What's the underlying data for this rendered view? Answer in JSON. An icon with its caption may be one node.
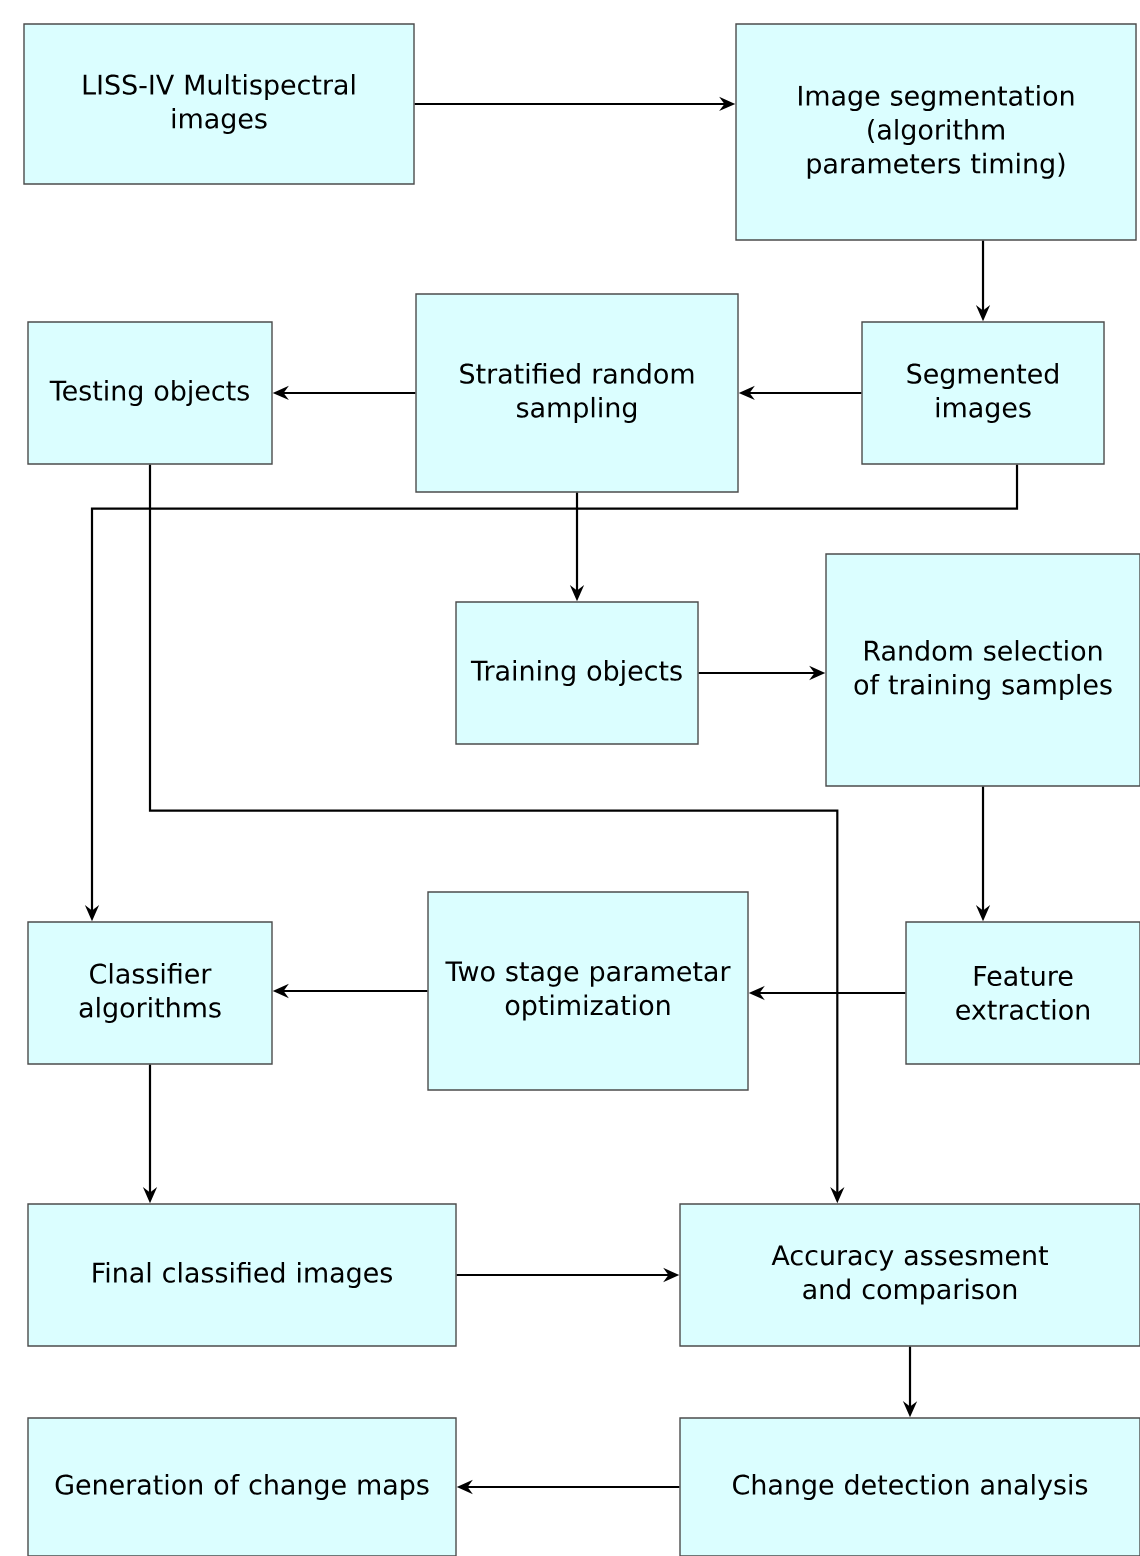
{
  "diagram": {
    "nodes": [
      {
        "text": [
          "LISS-IV Multispectral images"
        ]
      },
      {
        "text": [
          "Image segmentation (algorithm parameters timing)"
        ]
      },
      {
        "text": [
          "Segmented images"
        ]
      },
      {
        "text": [
          "Stratified random sampling"
        ]
      },
      {
        "text": [
          "Testing objects"
        ]
      },
      {
        "text": [
          "Training objects"
        ]
      },
      {
        "text": [
          "Random selection of training samples"
        ]
      },
      {
        "text": [
          "Feature extraction"
        ]
      },
      {
        "text": [
          "Two stage parametar optimization"
        ]
      },
      {
        "text": [
          "Classifier algorithms"
        ]
      },
      {
        "text": [
          "Final classified images"
        ]
      },
      {
        "text": [
          "Accuracy assesment and comparison"
        ]
      },
      {
        "text": [
          "Change detection analysis"
        ]
      },
      {
        "text": [
          "Generation of change maps"
        ]
      }
    ],
    "edges": [
      {
        "from": 0,
        "to": 1,
        "arrow": "to"
      },
      {
        "from": 1,
        "to": 2,
        "arrow": "to"
      },
      {
        "from": 2,
        "to": 3,
        "arrow": "to"
      },
      {
        "from": 3,
        "to": 4,
        "arrow": "to"
      },
      {
        "from": 3,
        "to": 5,
        "arrow": "to"
      },
      {
        "from": 2,
        "to": 9,
        "arrow": "to"
      },
      {
        "from": 4,
        "to": 11,
        "arrow": "to"
      },
      {
        "from": 5,
        "to": 6,
        "arrow": "to"
      },
      {
        "from": 6,
        "to": 7,
        "arrow": "to"
      },
      {
        "from": 7,
        "to": 8,
        "arrow": "to"
      },
      {
        "from": 8,
        "to": 9,
        "arrow": "to"
      },
      {
        "from": 9,
        "to": 10,
        "arrow": "to"
      },
      {
        "from": 10,
        "to": 11,
        "arrow": "to"
      },
      {
        "from": 11,
        "to": 12,
        "arrow": "to"
      },
      {
        "from": 12,
        "to": 13,
        "arrow": "to"
      }
    ]
  }
}
